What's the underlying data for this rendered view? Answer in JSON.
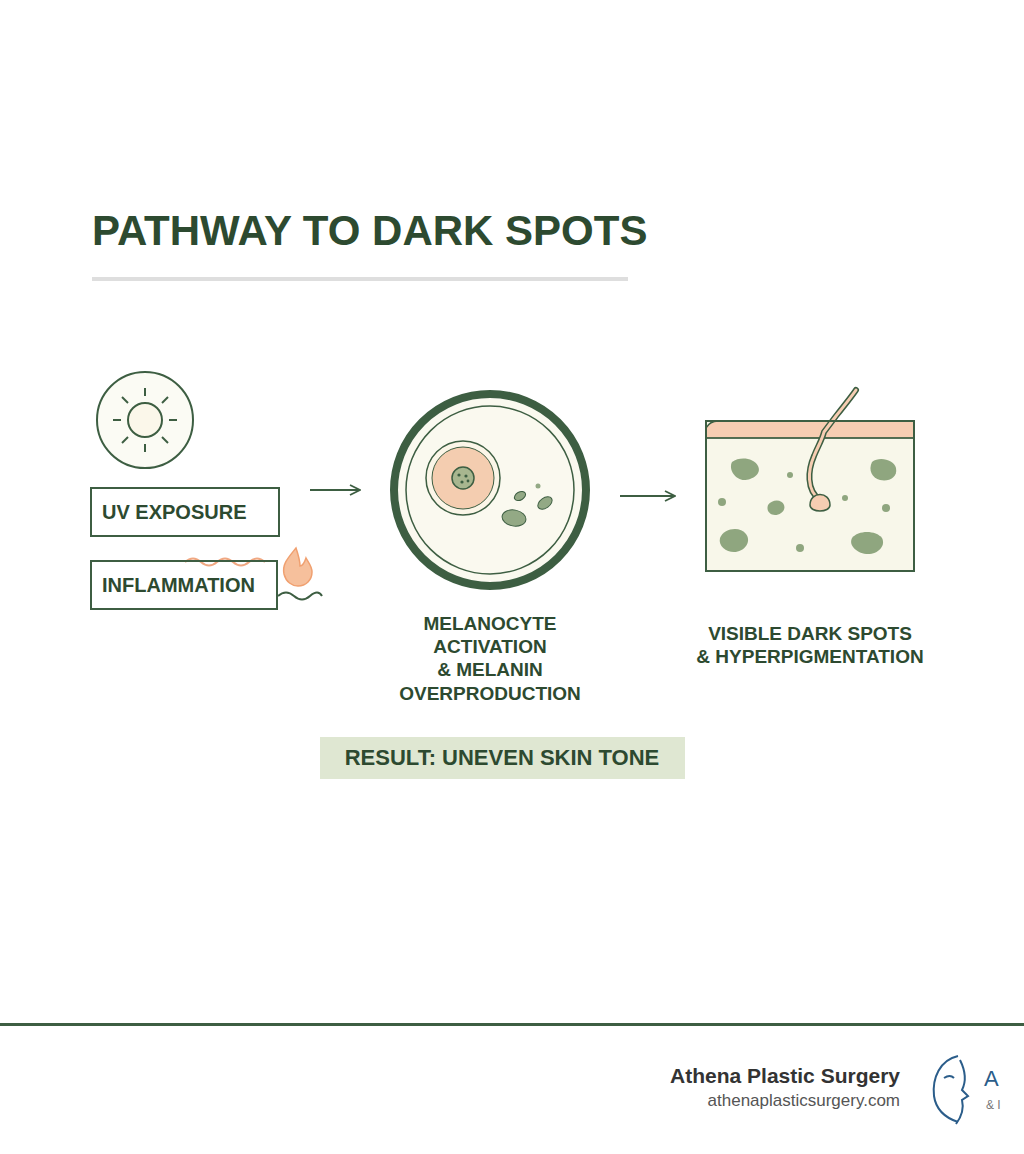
{
  "diagram": {
    "title": "PATHWAY TO DARK SPOTS",
    "nodes": [
      {
        "text": [
          "UV EXPOSURE"
        ]
      },
      {
        "text": [
          "INFLAMMATION"
        ]
      },
      {
        "text": [
          "MELANOCYTE ACTIVATION & MELANIN OVERPRODUCTION"
        ]
      },
      {
        "text": [
          "VISIBLE DARK SPOTS & HYPERPIGMENTATION"
        ]
      },
      {
        "text": [
          "RESULT: UNEVEN SKIN TONE"
        ]
      }
    ],
    "edges": [
      {
        "from": 0,
        "to": 2,
        "arrow": "to"
      },
      {
        "from": 2,
        "to": 3,
        "arrow": "to"
      }
    ],
    "labels": [
      "Athena Plastic Surgery",
      "athenaplasticsurgery.com",
      "A",
      "& I"
    ]
  }
}
